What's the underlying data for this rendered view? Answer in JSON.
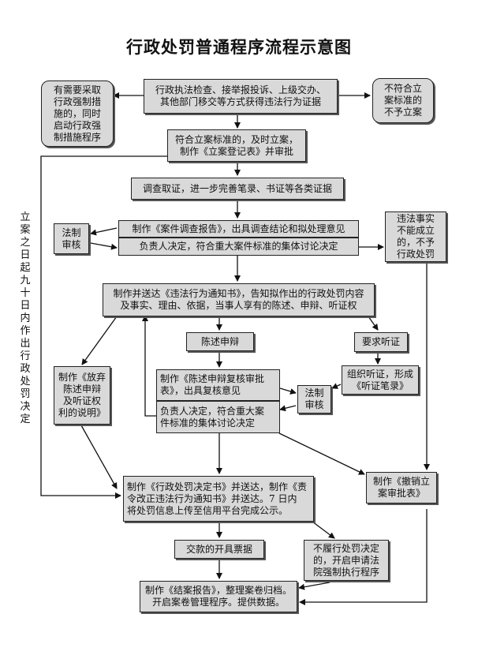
{
  "title": "行政处罚普通程序流程示意图",
  "side_text": "立案之日起九十日内作出行政处罚决定",
  "nodes": {
    "evidence": "行政执法检查、接举报投诉、上级交办、\n其他部门移交等方式获得违法行为证据",
    "coercive": "有需要采取\n行政强制措\n施的，同时\n启动行政强\n制措施程序",
    "not_meet": "不符合立\n案标准的\n不予立案",
    "register": "符合立案标准的，及时立案，\n制作《立案登记表》并审批",
    "investigate": "调查取证，进一步完善笔录、书证等各类证据",
    "report": "制作《案件调查报告》，出具调查结论和拟处理意见",
    "review_decision": "负责人决定，符合重大案件标准的集体讨论决定",
    "legal_review_1": "法制\n审核",
    "fact_not_established": "违法事实\n不能成立\n的，不予\n行政处罚",
    "notice": "制作并送达《违法行为通知书》，告知拟作出的行政处罚内容\n及事实、理由、依据，当事人享有的陈述、申辩、听证权",
    "statement": "陈述申辩",
    "hearing_request": "要求听证",
    "waive": "制作《放弃\n陈述申辩\n及听证权\n利的说明》",
    "statement_review": "制作《陈述申辩复核审批\n表》，出具复核意见",
    "hearing_org": "组织听证，形成\n《听证笔录》",
    "legal_review_2": "法制\n审核",
    "collective_decision": "负责人决定，符合重大案\n件标准的集体讨论决定",
    "revoke": "制作《撤销立\n案审批表》",
    "penalty_decision": "制作《行政处罚决定书》并送达，制作《责\n令改正违法行为通知书》并送达。7 日内\n将处罚信息上传至信用平台完成公示。",
    "payment": "交款的开具票据",
    "enforce": "不履行处罚决定\n的，开启申请法\n院强制执行程序",
    "close": "制作《结案报告》，整理案卷归档。\n开启案卷管理程序。提供数据。"
  }
}
